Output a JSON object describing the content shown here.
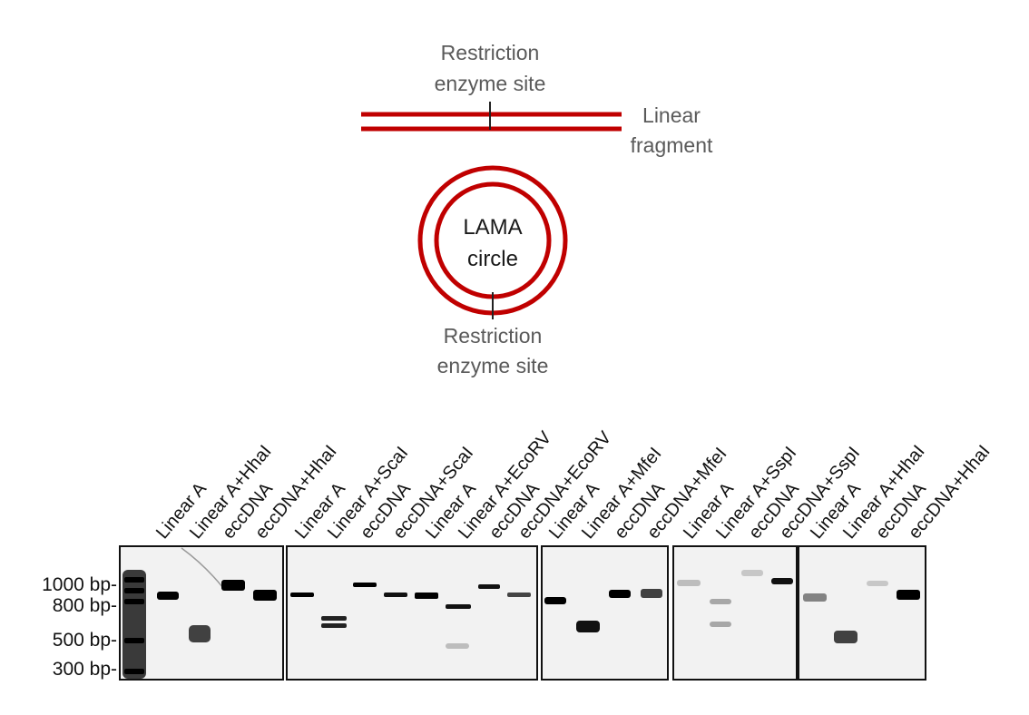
{
  "diagram": {
    "linear_site_label": [
      "Restriction",
      "enzyme site"
    ],
    "linear_fragment_label": [
      "Linear",
      "fragment"
    ],
    "circle_label": [
      "LAMA",
      "circle"
    ],
    "circle_site_label": [
      "Restriction",
      "enzyme site"
    ],
    "colors": {
      "dna": "#c00000",
      "tick": "#222222",
      "label": "#5a5a5a"
    }
  },
  "gel": {
    "ladder_labels": [
      "1000 bp-",
      "800 bp-",
      "500 bp-",
      "300 bp-"
    ],
    "panels": [
      {
        "lanes": [
          "Linear A",
          "Linear A+HhaI",
          "eccDNA",
          "eccDNA+HhaI"
        ]
      },
      {
        "lanes": [
          "Linear A",
          "Linear A+ScaI",
          "eccDNA",
          "eccDNA+ScaI",
          "Linear A",
          "Linear A+EcoRV",
          "eccDNA",
          "eccDNA+EcoRV"
        ]
      },
      {
        "lanes": [
          "Linear A",
          "Linear A+MfeI",
          "eccDNA",
          "eccDNA+MfeI"
        ]
      },
      {
        "lanes": [
          "Linear A",
          "Linear A+SspI",
          "eccDNA",
          "eccDNA+SspI"
        ]
      },
      {
        "lanes": [
          "Linear A",
          "Linear A+HhaI",
          "eccDNA",
          "eccDNA+HhaI"
        ]
      }
    ],
    "colors": {
      "background": "#f2f2f2",
      "band": "#000000",
      "border": "#111111"
    }
  }
}
